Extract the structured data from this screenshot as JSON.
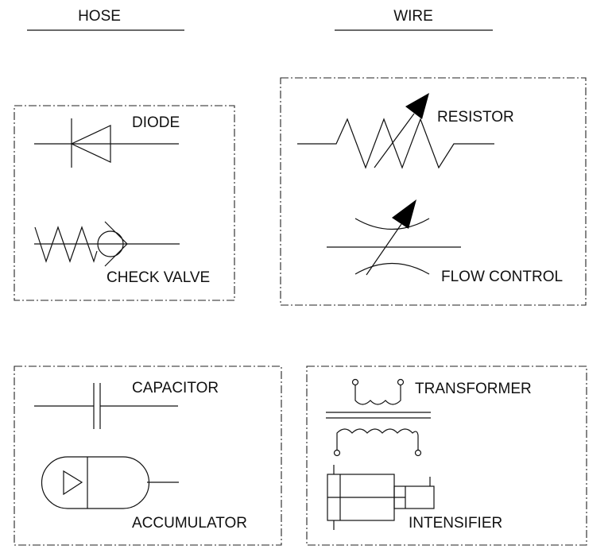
{
  "headers": {
    "hose": "HOSE",
    "wire": "WIRE"
  },
  "hose_symbols": {
    "diode": "DIODE",
    "check_valve": "CHECK VALVE",
    "capacitor": "CAPACITOR",
    "accumulator": "ACCUMULATOR"
  },
  "wire_symbols": {
    "resistor": "RESISTOR",
    "flow_control": "FLOW CONTROL",
    "transformer": "TRANSFORMER",
    "intensifier": "INTENSIFIER"
  }
}
